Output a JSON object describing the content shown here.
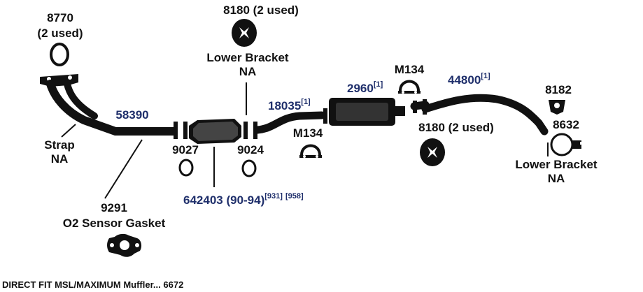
{
  "colors": {
    "part_number_blue": "#1f2f6b",
    "part_black": "#111111"
  },
  "parts": {
    "gasket_8770": {
      "number": "8770",
      "qty": "(2 used)"
    },
    "hanger_8180_top": {
      "number": "8180 (2 used)"
    },
    "lower_bracket_top": {
      "line1": "Lower Bracket",
      "line2": "NA"
    },
    "pipe_58390": {
      "number": "58390"
    },
    "strap": {
      "line1": "Strap",
      "line2": "NA"
    },
    "gasket_9027": {
      "number": "9027"
    },
    "gasket_9024": {
      "number": "9024"
    },
    "pipe_18035": {
      "number": "18035",
      "note": "[1]"
    },
    "muffler_2960": {
      "number": "2960",
      "note": "[1]"
    },
    "clamp_m134_top": {
      "number": "M134"
    },
    "clamp_m134_mid": {
      "number": "M134"
    },
    "tailpipe_44800": {
      "number": "44800",
      "note": "[1]"
    },
    "hanger_8182": {
      "number": "8182"
    },
    "hanger_8180_right": {
      "number": "8180 (2 used)"
    },
    "clamp_8632": {
      "number": "8632"
    },
    "lower_bracket_right": {
      "line1": "Lower Bracket",
      "line2": "NA"
    },
    "converter_642403": {
      "number": "642403 (90-94)",
      "note1": "[931]",
      "note2": "[958]"
    },
    "o2_gasket_9291": {
      "number": "9291",
      "name": "O2 Sensor Gasket"
    }
  },
  "footer": {
    "text": "DIRECT FIT MSL/MAXIMUM Muffler... 6672"
  }
}
